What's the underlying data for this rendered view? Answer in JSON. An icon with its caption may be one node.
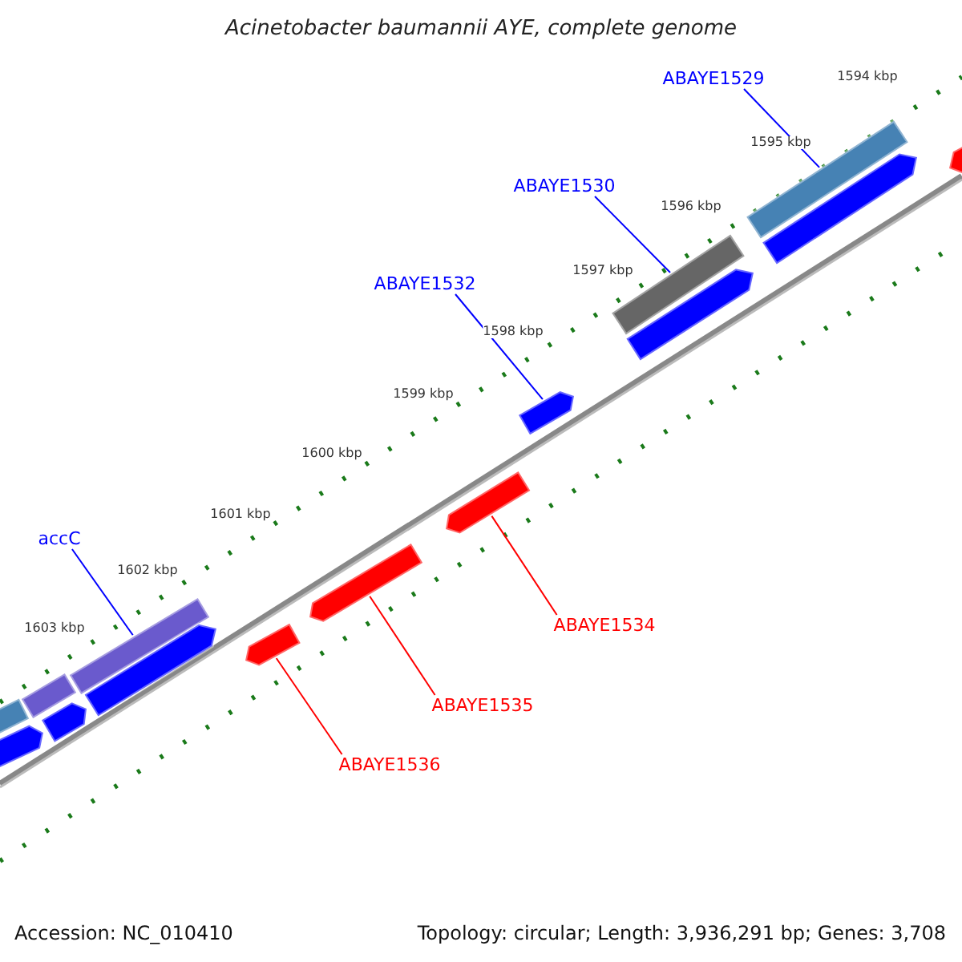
{
  "diagram": {
    "title": "Acinetobacter baumannii AYE, complete genome",
    "nodes": [
      {
        "text": [
          "ABAYE1529"
        ]
      },
      {
        "text": [
          "ABAYE1530"
        ]
      },
      {
        "text": [
          "ABAYE1532"
        ]
      },
      {
        "text": [
          "accC"
        ]
      },
      {
        "text": [
          "ABAYE1534"
        ]
      },
      {
        "text": [
          "ABAYE1535"
        ]
      },
      {
        "text": [
          "ABAYE1536"
        ]
      },
      {
        "text": [],
        "shape": "bar"
      },
      {
        "text": [],
        "shape": "bar"
      },
      {
        "text": [],
        "shape": "bar"
      },
      {
        "text": [],
        "shape": "bar"
      },
      {
        "text": [],
        "shape": "bar"
      },
      {
        "text": [],
        "shape": "bar"
      },
      {
        "text": [],
        "shape": "bar"
      },
      {
        "text": [],
        "shape": "bar"
      },
      {
        "text": [],
        "shape": "bar"
      },
      {
        "text": [],
        "shape": "bar"
      },
      {
        "text": [],
        "shape": "bar"
      },
      {
        "text": [],
        "shape": "bar"
      },
      {
        "text": [],
        "shape": "bar"
      },
      {
        "text": [],
        "shape": "bar"
      },
      {
        "text": [],
        "shape": "bar"
      }
    ],
    "edges": [
      {
        "from": 0,
        "to": 7,
        "arrow": "none"
      },
      {
        "from": 1,
        "to": 8,
        "arrow": "none"
      },
      {
        "from": 2,
        "to": 9,
        "arrow": "none"
      },
      {
        "from": 3,
        "to": 10,
        "arrow": "none"
      },
      {
        "from": 4,
        "to": 11,
        "arrow": "none",
        "color": "#ff0000"
      },
      {
        "from": 5,
        "to": 12,
        "arrow": "none",
        "color": "#ff0000"
      },
      {
        "from": 6,
        "to": 13,
        "arrow": "none",
        "color": "#ff0000"
      }
    ],
    "labels": [
      "1594 kbp",
      "1595 kbp",
      "1596 kbp",
      "1597 kbp",
      "1598 kbp",
      "1599 kbp",
      "1600 kbp",
      "1601 kbp",
      "1602 kbp",
      "1603 kbp",
      "Accession: NC_010410",
      "Topology: circular; Length: 3,936,291 bp; Genes: 3,708"
    ]
  }
}
